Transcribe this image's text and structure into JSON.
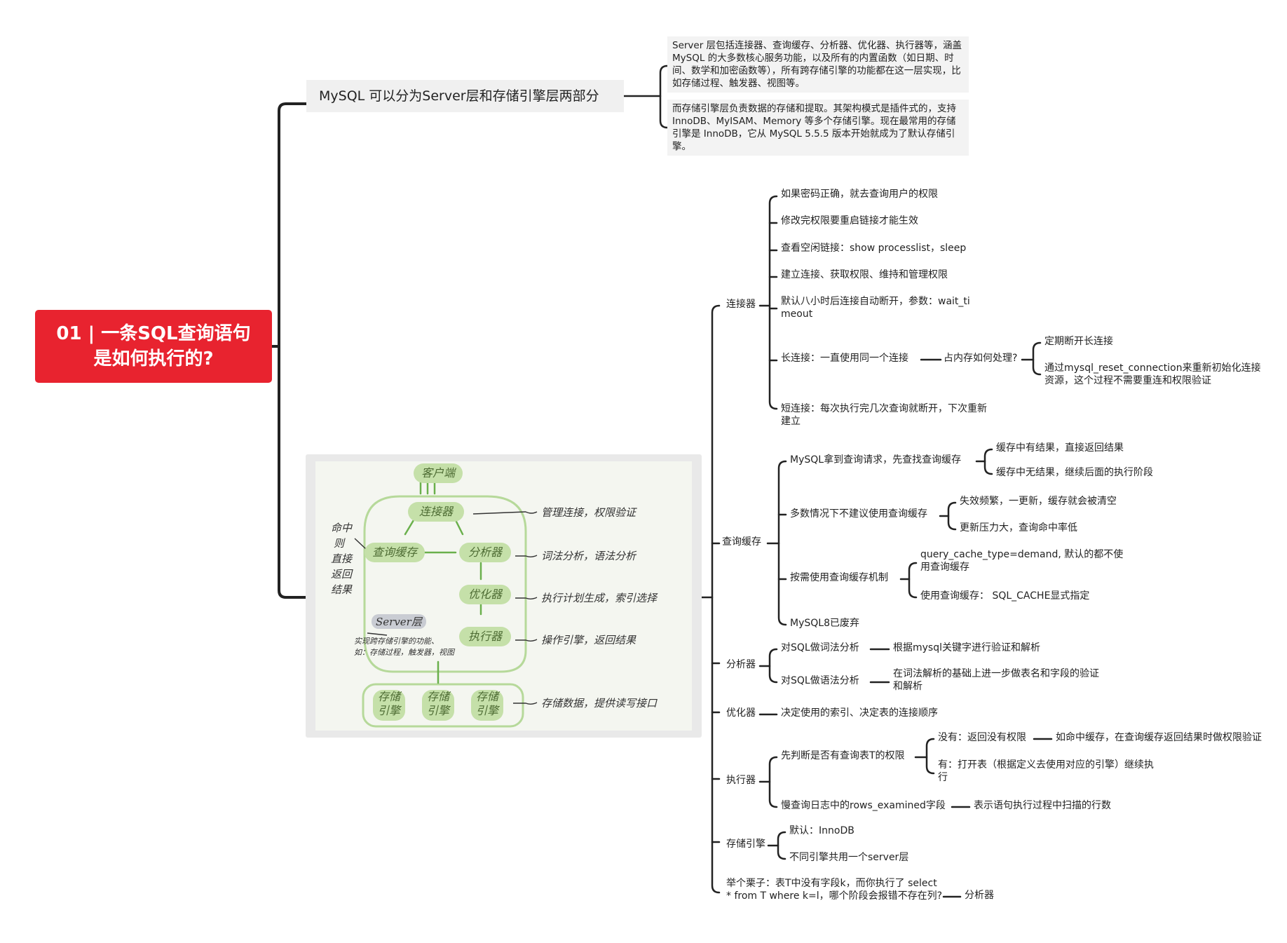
{
  "root": {
    "line1": "01 | 一条SQL查询语句",
    "line2": "是如何执行的?"
  },
  "branch1": {
    "title": "MySQL 可以分为Server层和存储引擎层两部分",
    "notes": [
      "Server 层包括连接器、查询缓存、分析器、优化器、执行器等，涵盖 MySQL 的大多数核心服务功能，以及所有的内置函数（如日期、时间、数学和加密函数等），所有跨存储引擎的功能都在这一层实现，比如存储过程、触发器、视图等。",
      "而存储引擎层负责数据的存储和提取。其架构模式是插件式的，支持 InnoDB、MyISAM、Memory 等多个存储引擎。现在最常用的存储引擎是 InnoDB，它从 MySQL 5.5.5 版本开始就成为了默认存储引擎。"
    ]
  },
  "sketch": {
    "client": "客户端",
    "connector": "连接器",
    "cache": "查询缓存",
    "analyzer": "分析器",
    "optimizer": "优化器",
    "executor": "执行器",
    "engine": "存储引擎",
    "server": "Server层",
    "hit_lines": [
      "命中",
      "则",
      "直接",
      "返回",
      "结果"
    ],
    "server_note_1": "实现跨存储引擎的功能、",
    "server_note_2": "如：存储过程，触发器，视图",
    "conn_note": "管理连接，权限验证",
    "ana_note": "词法分析，语法分析",
    "opt_note": "执行计划生成，索引选择",
    "exe_note": "操作引擎，返回结果",
    "eng_note": "存储数据，提供读写接口"
  },
  "connector": {
    "label": "连接器",
    "items": [
      "如果密码正确，就去查询用户的权限",
      "修改完权限要重启链接才能生效",
      "查看空闲链接：show processlist，sleep",
      "建立连接、获取权限、维持和管理权限",
      "默认八小时后连接自动断开，参数：wait_timeout",
      "长连接：一直使用同一个连接",
      "短连接：每次执行完几次查询就断开，下次重新建立"
    ],
    "long_q": "占内存如何处理?",
    "long_a": [
      "定期断开长连接",
      "通过mysql_reset_connection来重新初始化连接资源，这个过程不需要重连和权限验证"
    ]
  },
  "cache": {
    "label": "查询缓存",
    "c1": "MySQL拿到查询请求，先查找查询缓存",
    "c1a": "缓存中有结果，直接返回结果",
    "c1b": "缓存中无结果，继续后面的执行阶段",
    "c2": "多数情况下不建议使用查询缓存",
    "c2a": "失效频繁，一更新，缓存就会被清空",
    "c2b": "更新压力大，查询命中率低",
    "c3": "按需使用查询缓存机制",
    "c3a": "query_cache_type=demand, 默认的都不使用查询缓存",
    "c3b": "使用查询缓存：  SQL_CACHE显式指定",
    "c4": "MySQL8已废弃"
  },
  "analyzer": {
    "label": "分析器",
    "a1": "对SQL做词法分析",
    "a1a": "根据mysql关键字进行验证和解析",
    "a2": "对SQL做语法分析",
    "a2a": "在词法解析的基础上进一步做表名和字段的验证和解析"
  },
  "optimizer": {
    "label": "优化器",
    "o1": "决定使用的索引、决定表的连接顺序"
  },
  "executor": {
    "label": "执行器",
    "e1": "先判断是否有查询表T的权限",
    "e1a": "没有：返回没有权限",
    "e1a1": "如命中缓存，在查询缓存返回结果时做权限验证",
    "e1b": "有：打开表（根据定义去使用对应的引擎）继续执行",
    "e2": "慢查询日志中的rows_examined字段",
    "e2a": "表示语句执行过程中扫描的行数"
  },
  "engine": {
    "label": "存储引擎",
    "s1": "默认：InnoDB",
    "s2": "不同引擎共用一个server层"
  },
  "example": {
    "q": "举个栗子：表T中没有字段k，而你执行了 select * from T where k=l，哪个阶段会报错不存在列?",
    "a": "分析器"
  },
  "colors": {
    "root": "#e8232f",
    "line": "#222222",
    "sketch_green": "#c5e0a9"
  }
}
